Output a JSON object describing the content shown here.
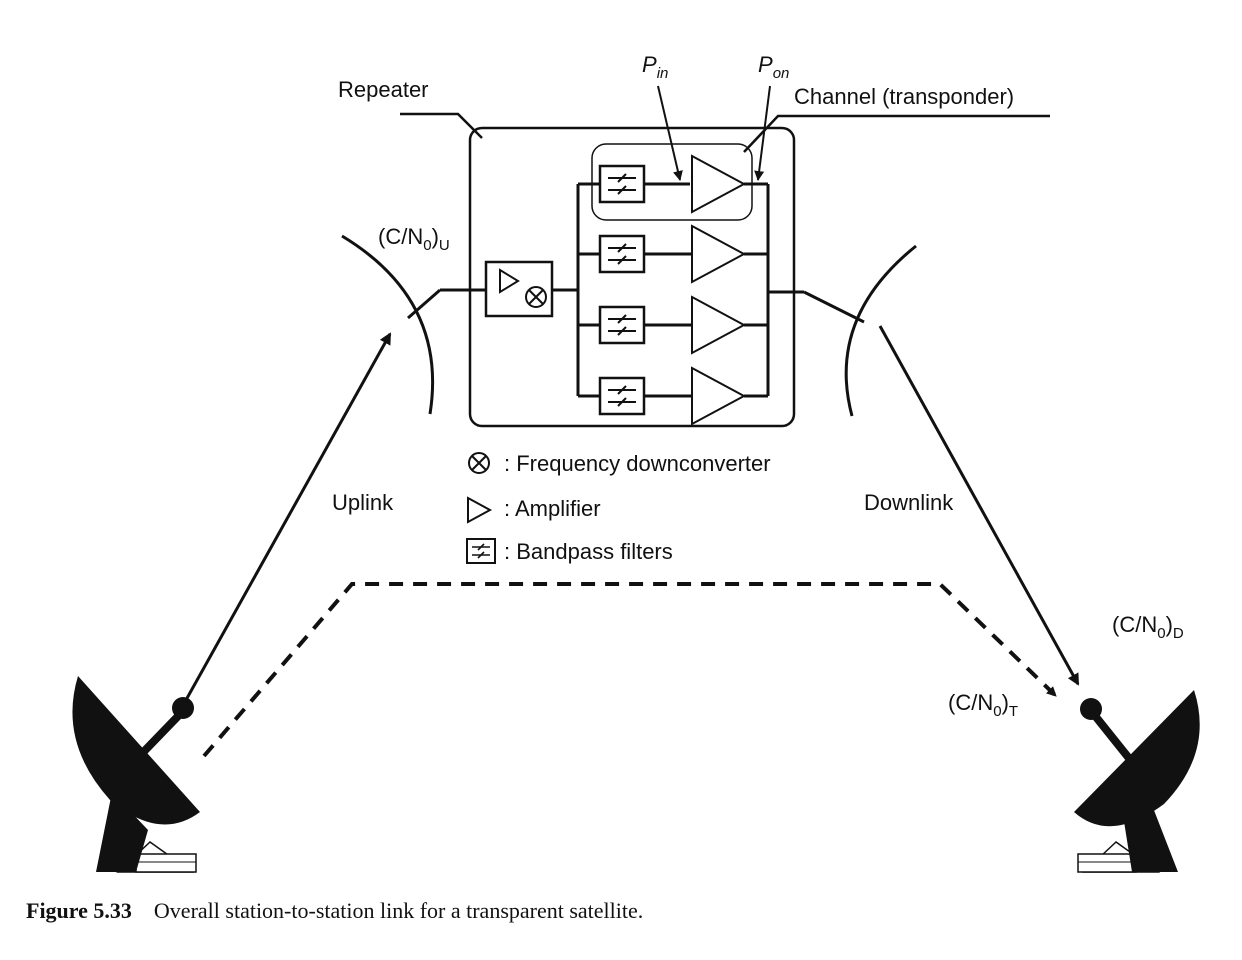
{
  "labels": {
    "repeater": "Repeater",
    "channel": "Channel (transponder)",
    "uplink": "Uplink",
    "downlink": "Downlink"
  },
  "power_labels": {
    "p_in_main": "P",
    "p_in_sub": "in",
    "p_on_main": "P",
    "p_on_sub": "on"
  },
  "cn_labels": {
    "uplink_main": "(C/N",
    "uplink_zero": "0",
    "uplink_close": ")",
    "uplink_sub": "U",
    "downlink_main": "(C/N",
    "downlink_zero": "0",
    "downlink_close": ")",
    "downlink_sub": "D",
    "total_main": "(C/N",
    "total_zero": "0",
    "total_close": ")",
    "total_sub": "T"
  },
  "legend": [
    {
      "icon": "downconverter-icon",
      "text": ": Frequency downconverter"
    },
    {
      "icon": "amplifier-icon",
      "text": ": Amplifier"
    },
    {
      "icon": "bandpass-filter-icon",
      "text": ": Bandpass filters"
    }
  ],
  "caption": {
    "figure": "Figure 5.33",
    "text": "Overall station-to-station link for a transparent satellite."
  }
}
